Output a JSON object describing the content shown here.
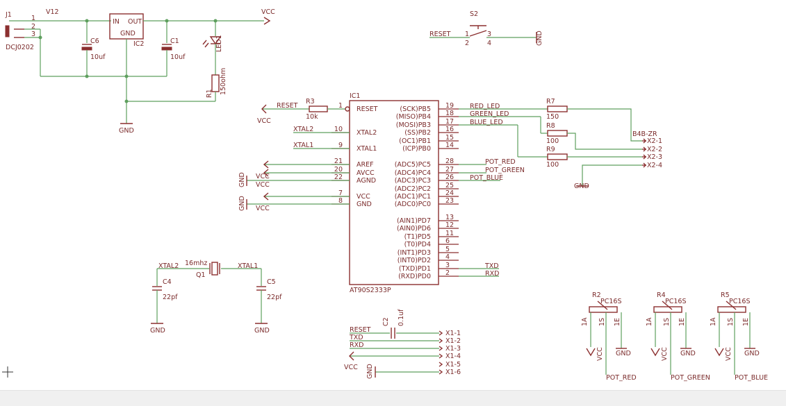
{
  "colors": {
    "wire": "#5e9f5e",
    "symbol": "#8b2f2f",
    "text": "#7a2a2a",
    "background": "#ffffff"
  },
  "power": {
    "J1": "J1",
    "J1_value": "DCJ0202",
    "J1_pins": [
      "1",
      "2",
      "3"
    ],
    "v12": "V12",
    "ic2_in": "IN",
    "ic2_out": "OUT",
    "ic2_gnd": "GND",
    "ic2": "IC2",
    "c6": "C6",
    "c6_val": "10uf",
    "c1": "C1",
    "c1_val": "10uf",
    "led1": "LED1",
    "r1": "R1",
    "r1_val": "150ohm",
    "vcc": "VCC",
    "gnd": "GND"
  },
  "reset_switch": {
    "s2": "S2",
    "reset": "RESET",
    "gnd": "GND",
    "pins": [
      "1",
      "2",
      "3",
      "4"
    ]
  },
  "ic1": {
    "name": "IC1",
    "value": "AT90S2333P",
    "left_pins": [
      {
        "label": "RESET",
        "num": "1"
      },
      {
        "label": "XTAL2",
        "num": "10"
      },
      {
        "label": "XTAL1",
        "num": "9"
      },
      {
        "label": "AREF",
        "num": "21"
      },
      {
        "label": "AVCC",
        "num": "20"
      },
      {
        "label": "AGND",
        "num": "22"
      },
      {
        "label": "VCC",
        "num": "7"
      },
      {
        "label": "GND",
        "num": "8"
      }
    ],
    "right_pins": [
      {
        "label": "(SCK)PB5",
        "num": "19"
      },
      {
        "label": "(MISO)PB4",
        "num": "18"
      },
      {
        "label": "(MOSI)PB3",
        "num": "17"
      },
      {
        "label": "(SS)PB2",
        "num": "16"
      },
      {
        "label": "(OC1)PB1",
        "num": "15"
      },
      {
        "label": "(ICP)PB0",
        "num": "14"
      },
      {
        "label": "(ADC5)PC5",
        "num": "28"
      },
      {
        "label": "(ADC4)PC4",
        "num": "27"
      },
      {
        "label": "(ADC3)PC3",
        "num": "26"
      },
      {
        "label": "(ADC2)PC2",
        "num": "25"
      },
      {
        "label": "(ADC1)PC1",
        "num": "24"
      },
      {
        "label": "(ADC0)PC0",
        "num": "23"
      },
      {
        "label": "(AIN1)PD7",
        "num": "13"
      },
      {
        "label": "(AIN0)PD6",
        "num": "12"
      },
      {
        "label": "(T1)PD5",
        "num": "11"
      },
      {
        "label": "(T0)PD4",
        "num": "6"
      },
      {
        "label": "(INT1)PD3",
        "num": "5"
      },
      {
        "label": "(INT0)PD2",
        "num": "4"
      },
      {
        "label": "(TXD)PD1",
        "num": "3"
      },
      {
        "label": "(RXD)PD0",
        "num": "2"
      }
    ]
  },
  "nets": {
    "reset": "RESET",
    "xtal2": "XTAL2",
    "xtal1": "XTAL1",
    "red_led": "RED_LED",
    "green_led": "GREEN_LED",
    "blue_led": "BLUE_LED",
    "pot_red": "POT_RED",
    "pot_green": "POT_GREEN",
    "pot_blue": "POT_BLUE",
    "txd": "TXD",
    "rxd": "RXD",
    "vcc": "VCC",
    "gnd": "GND"
  },
  "parts": {
    "r3": "R3",
    "r3_val": "10k",
    "r7": "R7",
    "r7_val": "150",
    "r8": "R8",
    "r8_val": "100",
    "r9": "R9",
    "r9_val": "100",
    "x2": "B4B-ZR",
    "x2_pins": [
      "X2-1",
      "X2-2",
      "X2-3",
      "X2-4"
    ],
    "q1": "Q1",
    "q1_val": "16mhz",
    "c4": "C4",
    "c4_val": "22pf",
    "c5": "C5",
    "c5_val": "22pf",
    "c2": "C2",
    "c2_val": "0.1uf",
    "x1_pins": [
      "X1-1",
      "X1-2",
      "X1-3",
      "X1-4",
      "X1-5",
      "X1-6"
    ],
    "pots": [
      {
        "name": "R2",
        "value": "PC16S"
      },
      {
        "name": "R4",
        "value": "PC16S"
      },
      {
        "name": "R5",
        "value": "PC16S"
      }
    ],
    "pot_pins": [
      "1A",
      "1S",
      "1E"
    ]
  }
}
